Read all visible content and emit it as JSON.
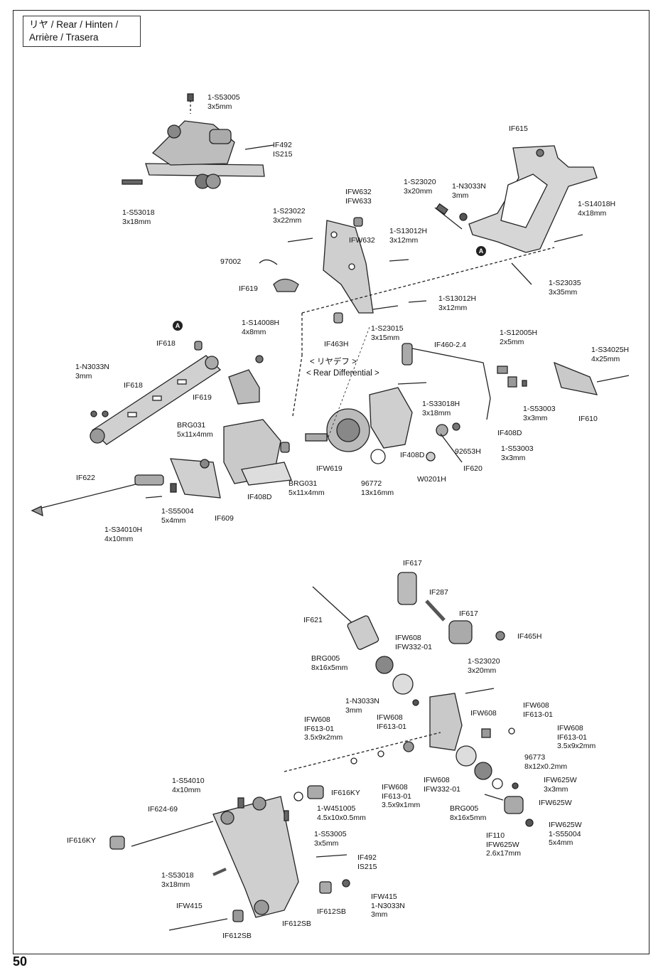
{
  "title": {
    "line1": "リヤ /  Rear / Hinten /",
    "line2": "Arrière / Trasera"
  },
  "page_number": "50",
  "section_labels": {
    "diff_jp": "< リヤデフ >",
    "diff_en": "< Rear Differential >"
  },
  "callout_marker": "A",
  "labels": [
    {
      "id": "s53005-top",
      "lines": [
        "1-S53005",
        "3x5mm"
      ]
    },
    {
      "id": "if492-top",
      "lines": [
        "IF492",
        "IS215"
      ]
    },
    {
      "id": "s53018-top",
      "lines": [
        "1-S53018",
        "3x18mm"
      ]
    },
    {
      "id": "if615",
      "lines": [
        "IF615"
      ]
    },
    {
      "id": "s23020-top",
      "lines": [
        "1-S23020",
        "3x20mm"
      ]
    },
    {
      "id": "n3033n-top",
      "lines": [
        "1-N3033N",
        "3mm"
      ]
    },
    {
      "id": "s14018h",
      "lines": [
        "1-S14018H",
        "4x18mm"
      ]
    },
    {
      "id": "ifw632-pair",
      "lines": [
        "IFW632",
        "IFW633"
      ]
    },
    {
      "id": "s23022",
      "lines": [
        "1-S23022",
        "3x22mm"
      ]
    },
    {
      "id": "ifw632",
      "lines": [
        "IFW632"
      ]
    },
    {
      "id": "s13012h-a",
      "lines": [
        "1-S13012H",
        "3x12mm"
      ]
    },
    {
      "id": "97002",
      "lines": [
        "97002"
      ]
    },
    {
      "id": "if619-a",
      "lines": [
        "IF619"
      ]
    },
    {
      "id": "s23035",
      "lines": [
        "1-S23035",
        "3x35mm"
      ]
    },
    {
      "id": "s13012h-b",
      "lines": [
        "1-S13012H",
        "3x12mm"
      ]
    },
    {
      "id": "s14008h",
      "lines": [
        "1-S14008H",
        "4x8mm"
      ]
    },
    {
      "id": "if463h",
      "lines": [
        "IF463H"
      ]
    },
    {
      "id": "s23015",
      "lines": [
        "1-S23015",
        "3x15mm"
      ]
    },
    {
      "id": "if460",
      "lines": [
        "IF460-2.4"
      ]
    },
    {
      "id": "s12005h",
      "lines": [
        "1-S12005H",
        "2x5mm"
      ]
    },
    {
      "id": "s34025h",
      "lines": [
        "1-S34025H",
        "4x25mm"
      ]
    },
    {
      "id": "if618-a",
      "lines": [
        "IF618"
      ]
    },
    {
      "id": "n3033n-left",
      "lines": [
        "1-N3033N",
        "3mm"
      ]
    },
    {
      "id": "if618-b",
      "lines": [
        "IF618"
      ]
    },
    {
      "id": "if619-b",
      "lines": [
        "IF619"
      ]
    },
    {
      "id": "s33018h",
      "lines": [
        "1-S33018H",
        "3x18mm"
      ]
    },
    {
      "id": "s53003-a",
      "lines": [
        "1-S53003",
        "3x3mm"
      ]
    },
    {
      "id": "if610",
      "lines": [
        "IF610"
      ]
    },
    {
      "id": "brg031-a",
      "lines": [
        "BRG031",
        "5x11x4mm"
      ]
    },
    {
      "id": "if408d-a",
      "lines": [
        "IF408D"
      ]
    },
    {
      "id": "if408d-b",
      "lines": [
        "IF408D"
      ]
    },
    {
      "id": "92653h",
      "lines": [
        "92653H"
      ]
    },
    {
      "id": "s53003-b",
      "lines": [
        "1-S53003",
        "3x3mm"
      ]
    },
    {
      "id": "if622",
      "lines": [
        "IF622"
      ]
    },
    {
      "id": "ifw619",
      "lines": [
        "IFW619"
      ]
    },
    {
      "id": "if620",
      "lines": [
        "IF620"
      ]
    },
    {
      "id": "w0201h",
      "lines": [
        "W0201H"
      ]
    },
    {
      "id": "if408d-c",
      "lines": [
        "IF408D"
      ]
    },
    {
      "id": "brg031-b",
      "lines": [
        "BRG031",
        "5x11x4mm"
      ]
    },
    {
      "id": "96772",
      "lines": [
        "96772",
        "13x16mm"
      ]
    },
    {
      "id": "s55004-a",
      "lines": [
        "1-S55004",
        "5x4mm"
      ]
    },
    {
      "id": "if609",
      "lines": [
        "IF609"
      ]
    },
    {
      "id": "s34010h",
      "lines": [
        "1-S34010H",
        "4x10mm"
      ]
    },
    {
      "id": "if617-a",
      "lines": [
        "IF617"
      ]
    },
    {
      "id": "if287",
      "lines": [
        "IF287"
      ]
    },
    {
      "id": "if617-b",
      "lines": [
        "IF617"
      ]
    },
    {
      "id": "if621",
      "lines": [
        "IF621"
      ]
    },
    {
      "id": "if465h",
      "lines": [
        "IF465H"
      ]
    },
    {
      "id": "ifw608-332",
      "lines": [
        "IFW608",
        "IFW332-01"
      ]
    },
    {
      "id": "brg005-a",
      "lines": [
        "BRG005",
        "8x16x5mm"
      ]
    },
    {
      "id": "s23020-b",
      "lines": [
        "1-S23020",
        "3x20mm"
      ]
    },
    {
      "id": "n3033n-mid",
      "lines": [
        "1-N3033N",
        "3mm"
      ]
    },
    {
      "id": "ifw608-a",
      "lines": [
        "IFW608"
      ]
    },
    {
      "id": "ifw608-613-a",
      "lines": [
        "IFW608",
        "IF613-01"
      ]
    },
    {
      "id": "ifw608-613-b",
      "lines": [
        "IFW608",
        "IF613-01",
        "3.5x9x2mm"
      ]
    },
    {
      "id": "ifw608-613-c",
      "lines": [
        "IFW608",
        "IF613-01"
      ]
    },
    {
      "id": "ifw608-613-d",
      "lines": [
        "IFW608",
        "IF613-01",
        "3.5x9x2mm"
      ]
    },
    {
      "id": "96773",
      "lines": [
        "96773",
        "8x12x0.2mm"
      ]
    },
    {
      "id": "s54010",
      "lines": [
        "1-S54010",
        "4x10mm"
      ]
    },
    {
      "id": "if616ky-a",
      "lines": [
        "IF616KY"
      ]
    },
    {
      "id": "ifw608-613-e",
      "lines": [
        "IFW608",
        "IF613-01",
        "3.5x9x1mm"
      ]
    },
    {
      "id": "ifw608-332-b",
      "lines": [
        "IFW608",
        "IFW332-01"
      ]
    },
    {
      "id": "ifw625w-a",
      "lines": [
        "IFW625W",
        "3x3mm"
      ]
    },
    {
      "id": "ifw625w-b",
      "lines": [
        "IFW625W"
      ]
    },
    {
      "id": "w451005",
      "lines": [
        "1-W451005",
        "4.5x10x0.5mm"
      ]
    },
    {
      "id": "brg005-b",
      "lines": [
        "BRG005",
        "8x16x5mm"
      ]
    },
    {
      "id": "ifw625w-c",
      "lines": [
        "IFW625W",
        "1-S55004",
        "5x4mm"
      ]
    },
    {
      "id": "if624",
      "lines": [
        "IF624-69"
      ]
    },
    {
      "id": "s53005-b",
      "lines": [
        "1-S53005",
        "3x5mm"
      ]
    },
    {
      "id": "if110",
      "lines": [
        "IF110",
        "IFW625W",
        "2.6x17mm"
      ]
    },
    {
      "id": "if616ky-b",
      "lines": [
        "IF616KY"
      ]
    },
    {
      "id": "if492-b",
      "lines": [
        "IF492",
        "IS215"
      ]
    },
    {
      "id": "s53018-b",
      "lines": [
        "1-S53018",
        "3x18mm"
      ]
    },
    {
      "id": "ifw415-a",
      "lines": [
        "IFW415",
        "1-N3033N",
        "3mm"
      ]
    },
    {
      "id": "ifw415-b",
      "lines": [
        "IFW415"
      ]
    },
    {
      "id": "if612sb-a",
      "lines": [
        "IF612SB"
      ]
    },
    {
      "id": "if612sb-b",
      "lines": [
        "IF612SB"
      ]
    },
    {
      "id": "if612sb-c",
      "lines": [
        "IF612SB"
      ]
    }
  ]
}
